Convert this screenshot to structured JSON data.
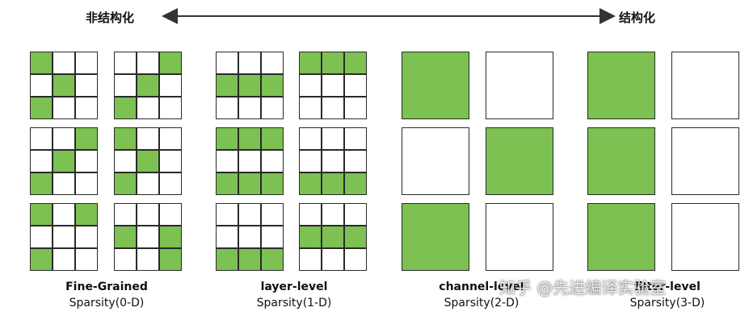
{
  "header": {
    "left_label": "非结构化",
    "right_label": "结构化"
  },
  "colors": {
    "on": "#7cc152",
    "off": "#ffffff",
    "border": "#2a2a2a"
  },
  "groups": [
    {
      "kind": "cells",
      "title": "Fine-Grained",
      "subtitle": "Sparsity(0-D)",
      "panels": [
        [
          [
            1,
            0,
            0
          ],
          [
            0,
            1,
            0
          ],
          [
            1,
            0,
            0
          ]
        ],
        [
          [
            0,
            0,
            1
          ],
          [
            0,
            1,
            0
          ],
          [
            1,
            0,
            0
          ]
        ],
        [
          [
            0,
            0,
            1
          ],
          [
            0,
            1,
            0
          ],
          [
            1,
            0,
            0
          ]
        ],
        [
          [
            1,
            0,
            0
          ],
          [
            0,
            1,
            0
          ],
          [
            1,
            0,
            0
          ]
        ],
        [
          [
            1,
            0,
            1
          ],
          [
            0,
            0,
            0
          ],
          [
            1,
            0,
            0
          ]
        ],
        [
          [
            0,
            0,
            0
          ],
          [
            1,
            0,
            1
          ],
          [
            0,
            0,
            1
          ]
        ]
      ]
    },
    {
      "kind": "cells",
      "title": "layer-level",
      "subtitle": "Sparsity(1-D)",
      "panels": [
        [
          [
            0,
            0,
            0
          ],
          [
            1,
            1,
            1
          ],
          [
            0,
            0,
            0
          ]
        ],
        [
          [
            1,
            1,
            1
          ],
          [
            0,
            0,
            0
          ],
          [
            0,
            0,
            0
          ]
        ],
        [
          [
            1,
            1,
            1
          ],
          [
            0,
            0,
            0
          ],
          [
            1,
            1,
            1
          ]
        ],
        [
          [
            0,
            0,
            0
          ],
          [
            0,
            0,
            0
          ],
          [
            1,
            1,
            1
          ]
        ],
        [
          [
            0,
            0,
            0
          ],
          [
            0,
            0,
            0
          ],
          [
            1,
            1,
            1
          ]
        ],
        [
          [
            0,
            0,
            0
          ],
          [
            1,
            1,
            1
          ],
          [
            0,
            0,
            0
          ]
        ]
      ]
    },
    {
      "kind": "blocks",
      "title": "channel-level",
      "subtitle": "Sparsity(2-D)",
      "panels": [
        1,
        0,
        0,
        1,
        1,
        0
      ]
    },
    {
      "kind": "blocks",
      "title": "filter-level",
      "subtitle": "Sparsity(3-D)",
      "panels": [
        1,
        0,
        1,
        0,
        1,
        0
      ]
    }
  ],
  "watermark": "知乎 @先进编译实验室"
}
